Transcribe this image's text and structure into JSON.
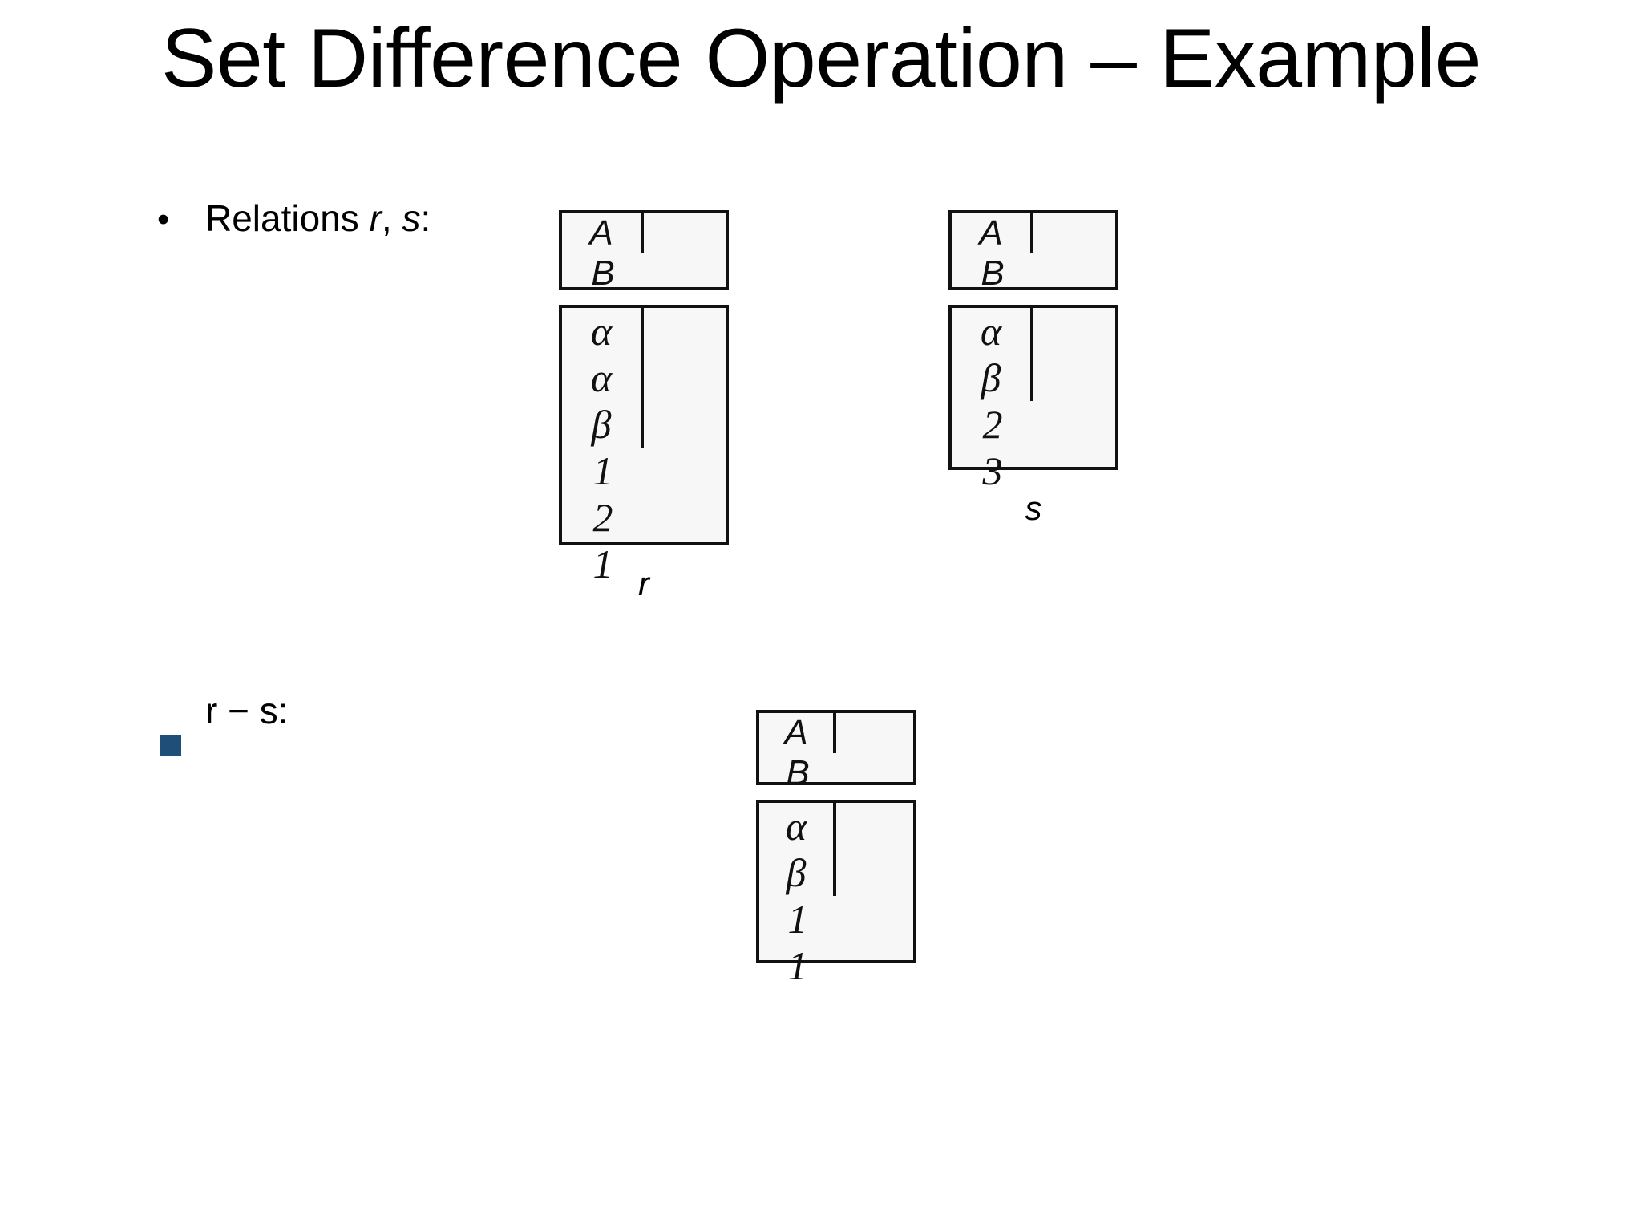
{
  "slide": {
    "title": "Set Difference Operation – Example",
    "background_color": "#ffffff",
    "accent_color": "#1F4E79"
  },
  "bullets": [
    {
      "marker": "disc-bullet",
      "marker_glyph": "•",
      "text_prefix": "Relations ",
      "operand_1": "r",
      "separator": ", ",
      "operand_2": "s",
      "text_suffix": ":"
    },
    {
      "marker": "square-bullet",
      "marker_color": "#1F4E79",
      "text": "r  − s:"
    }
  ],
  "tables": {
    "r": {
      "label": "r",
      "columns": [
        "A",
        "B"
      ],
      "rows": [
        [
          "α",
          "1"
        ],
        [
          "α",
          "2"
        ],
        [
          "β",
          "1"
        ]
      ],
      "column_A": [
        "α",
        "α",
        "β"
      ],
      "column_B": [
        "1",
        "2",
        "1"
      ]
    },
    "s": {
      "label": "s",
      "columns": [
        "A",
        "B"
      ],
      "rows": [
        [
          "α",
          "2"
        ],
        [
          "β",
          "3"
        ]
      ],
      "column_A": [
        "α",
        "β"
      ],
      "column_B": [
        "2",
        "3"
      ]
    },
    "result": {
      "label": "",
      "columns": [
        "A",
        "B"
      ],
      "rows": [
        [
          "α",
          "1"
        ],
        [
          "β",
          "1"
        ]
      ],
      "column_A": [
        "α",
        "β"
      ],
      "column_B": [
        "1",
        "1"
      ]
    }
  }
}
